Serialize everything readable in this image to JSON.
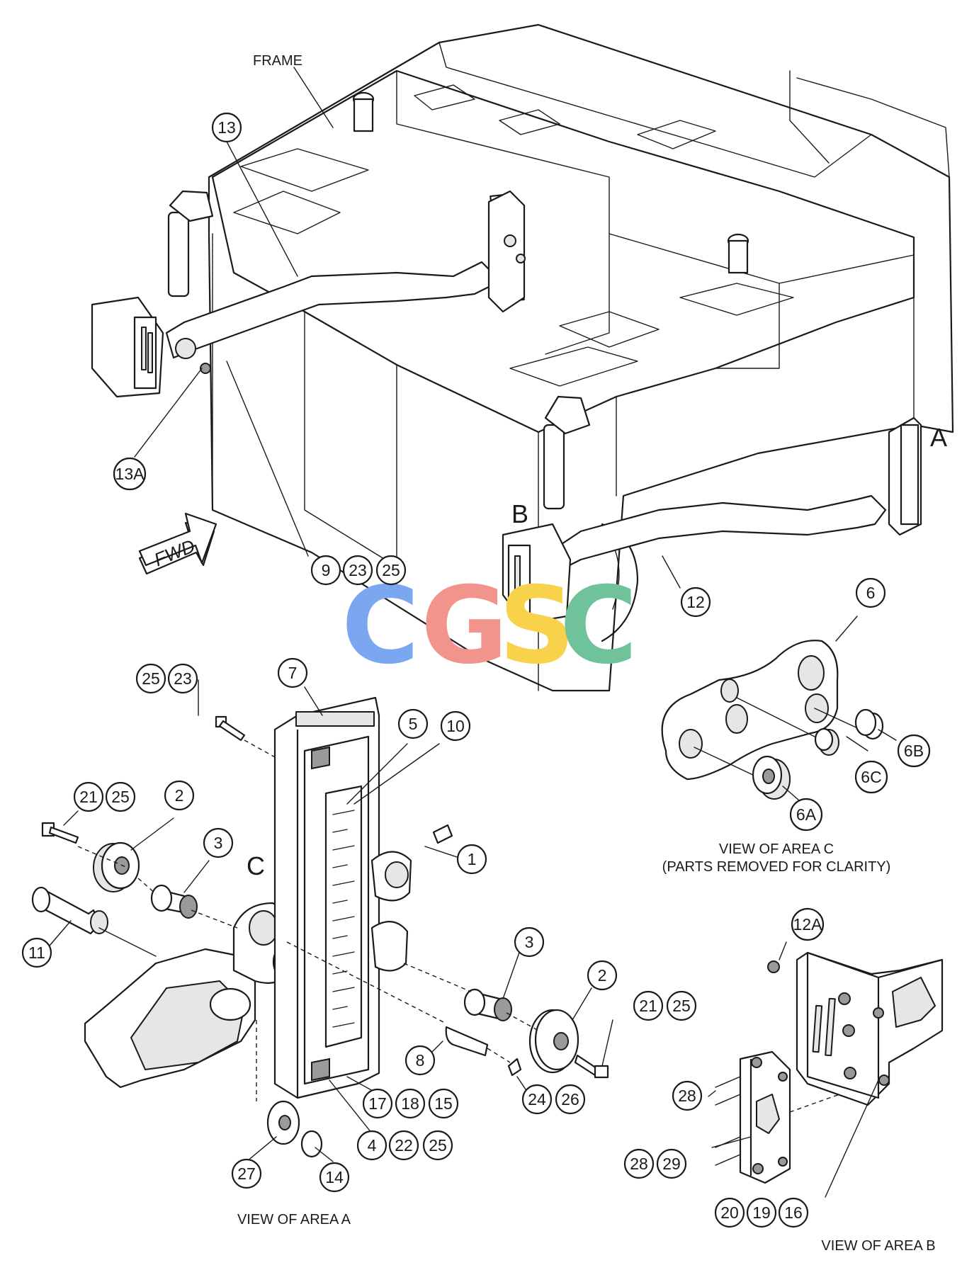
{
  "labels": {
    "frame": "FRAME",
    "fwd": "FWD",
    "area_a": "A",
    "area_b": "B",
    "area_c": "C",
    "view_c_line1": "VIEW OF AREA C",
    "view_c_line2": "(PARTS REMOVED FOR CLARITY)",
    "view_a": "VIEW OF AREA A",
    "view_b": "VIEW OF AREA B"
  },
  "watermark": {
    "letters": [
      "C",
      "G",
      "S",
      "C"
    ],
    "colors": [
      "#7ba7f0",
      "#f0948c",
      "#f7d24a",
      "#6fc29a"
    ]
  },
  "callouts": {
    "c13": "13",
    "c13a": "13A",
    "c9": "9",
    "c23a": "23",
    "c25a": "25",
    "c12": "12",
    "c6": "6",
    "c6b": "6B",
    "c6c": "6C",
    "c6a": "6A",
    "c7": "7",
    "c25b": "25",
    "c23b": "23",
    "c5": "5",
    "c10": "10",
    "c21a": "21",
    "c25c": "25",
    "c2a": "2",
    "c3a": "3",
    "c1": "1",
    "c11": "11",
    "c3b": "3",
    "c2b": "2",
    "c21b": "21",
    "c25d": "25",
    "c8": "8",
    "c24": "24",
    "c26": "26",
    "c17": "17",
    "c18": "18",
    "c15": "15",
    "c4": "4",
    "c22": "22",
    "c25e": "25",
    "c27": "27",
    "c14": "14",
    "c12a": "12A",
    "c28a": "28",
    "c28b": "28",
    "c29": "29",
    "c20": "20",
    "c19": "19",
    "c16": "16"
  }
}
